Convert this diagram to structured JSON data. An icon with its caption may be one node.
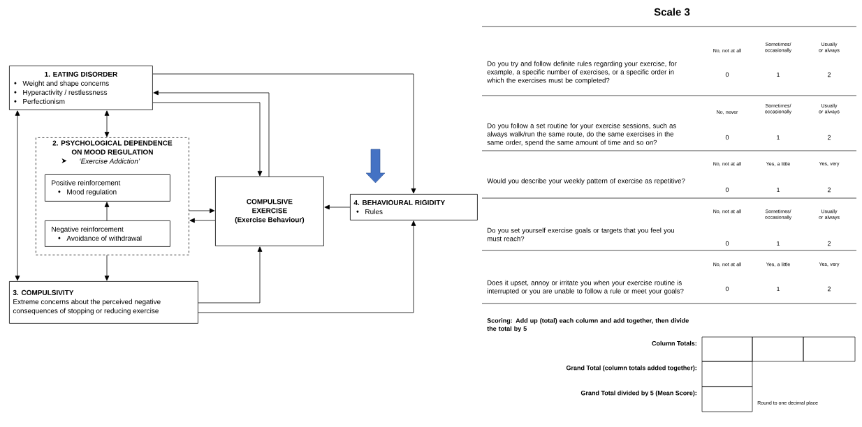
{
  "diagram": {
    "title": "Scale 3",
    "nodes": [
      {
        "text": [
          "1. EATING DISORDER",
          "Weight and shape concerns",
          "Hyperactivity / restlessness",
          "Perfectionism"
        ]
      },
      {
        "text": [
          "2. PSYCHOLOGICAL DEPENDENCE ON MOOD REGULATION",
          "‘Exercise Addiction’"
        ]
      },
      {
        "text": [
          "Positive reinforcement",
          "Mood regulation"
        ],
        "in": 1
      },
      {
        "text": [
          "Negative reinforcement",
          "Avoidance of withdrawal"
        ],
        "in": 1
      },
      {
        "text": [
          "3. COMPULSIVITY",
          "Extreme concerns about the perceived negative consequences of stopping or reducing exercise"
        ]
      },
      {
        "text": [
          "COMPULSIVE EXERCISE",
          "(Exercise Behaviour)"
        ]
      },
      {
        "text": [
          "4. BEHAVIOURAL RIGIDITY",
          "Rules"
        ]
      }
    ],
    "edges": [
      {
        "from": 0,
        "to": 1,
        "arrow": "both"
      },
      {
        "from": 0,
        "to": 4,
        "arrow": "both"
      },
      {
        "from": 0,
        "to": 5,
        "arrow": "to"
      },
      {
        "from": 5,
        "to": 0,
        "arrow": "to"
      },
      {
        "from": 0,
        "to": 6,
        "arrow": "to"
      },
      {
        "from": 3,
        "to": 2,
        "arrow": "to"
      },
      {
        "from": 1,
        "to": 5,
        "arrow": "to"
      },
      {
        "from": 5,
        "to": 1,
        "arrow": "to"
      },
      {
        "from": 1,
        "to": 4,
        "arrow": "to"
      },
      {
        "from": 4,
        "to": 5,
        "arrow": "to"
      },
      {
        "from": 4,
        "to": 6,
        "arrow": "to"
      },
      {
        "from": 6,
        "to": 5,
        "arrow": "to"
      }
    ],
    "labels": [
      "No, not at all",
      "Sometimes/ occasionally",
      "Usually or always",
      "Do you try and follow definite rules regarding your exercise, for example, a specific number of exercises, or a specific order in which the exercises must be completed?",
      "0",
      "1",
      "2",
      "No, never",
      "Sometimes/ occasionally",
      "Usually or always",
      "Do you follow a set routine for your exercise sessions, such as always walk/run the same route, do the same exercises in the same order, spend the same amount of time and so on?",
      "0",
      "1",
      "2",
      "No, not at all",
      "Yes, a little",
      "Yes, very",
      "Would you describe your weekly pattern of exercise as repetitive?",
      "0",
      "1",
      "2",
      "No, not at all",
      "Sometimes/ occasionally",
      "Usually or always",
      "Do you set yourself exercise goals or targets that you feel you must reach?",
      "0",
      "1",
      "2",
      "No, not at all",
      "Yes, a little",
      "Yes, very",
      "Does it upset, annoy or irritate you when your exercise routine is interrupted or you are unable to follow a rule or meet your goals?",
      "0",
      "1",
      "2",
      "Scoring: Add up (total) each column and add together, then divide the total by 5",
      "Column Totals:",
      "Grand Total (column totals added together):",
      "Grand Total divided by 5 (Mean Score):",
      "Round to one decimal place"
    ]
  }
}
